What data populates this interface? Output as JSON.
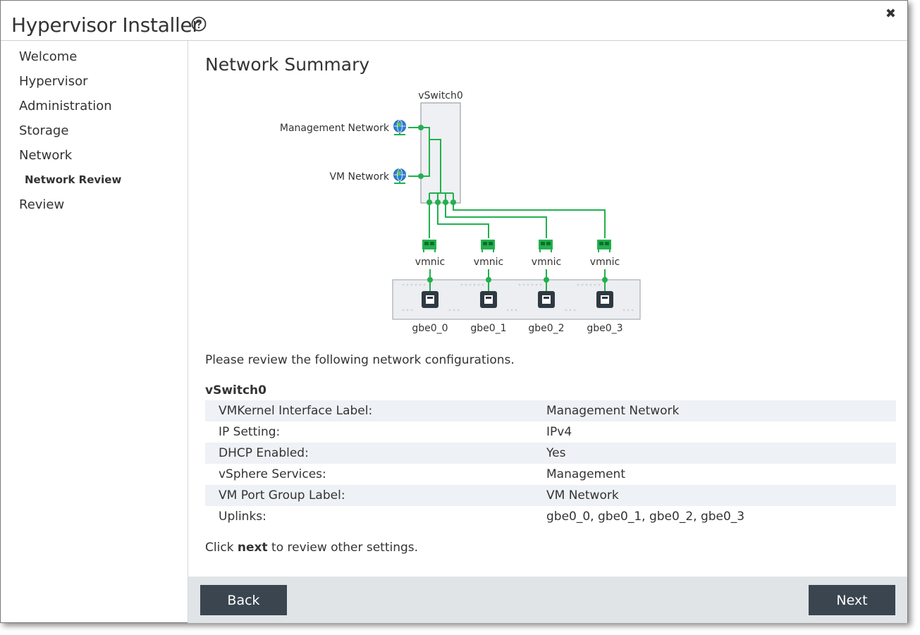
{
  "window": {
    "title": "Hypervisor Installer",
    "help_icon": "question-circle-icon",
    "close_icon": "close-icon"
  },
  "sidebar": {
    "items": [
      {
        "label": "Welcome"
      },
      {
        "label": "Hypervisor"
      },
      {
        "label": "Administration"
      },
      {
        "label": "Storage"
      },
      {
        "label": "Network"
      },
      {
        "label": "Network Review",
        "active": true,
        "sub": true
      },
      {
        "label": "Review"
      }
    ]
  },
  "main": {
    "heading": "Network Summary",
    "diagram": {
      "switch_label": "vSwitch0",
      "port_groups": [
        "Management Network",
        "VM Network"
      ],
      "vmnic_label": "vmnic",
      "ports": [
        "gbe0_0",
        "gbe0_1",
        "gbe0_2",
        "gbe0_3"
      ],
      "link_color": "#22b04e",
      "globe_color": "#2a7fd4"
    },
    "review_text": "Please review the following network configurations.",
    "section_title": "vSwitch0",
    "rows": [
      {
        "key": "VMKernel Interface Label:",
        "value": "Management Network"
      },
      {
        "key": "IP Setting:",
        "value": "IPv4"
      },
      {
        "key": "DHCP Enabled:",
        "value": "Yes"
      },
      {
        "key": "vSphere Services:",
        "value": "Management"
      },
      {
        "key": "VM Port Group Label:",
        "value": "VM Network"
      },
      {
        "key": "Uplinks:",
        "value": "gbe0_0, gbe0_1, gbe0_2, gbe0_3"
      }
    ],
    "footer": {
      "prefix": "Click ",
      "bold": "next",
      "suffix": " to review other settings."
    }
  },
  "buttons": {
    "back": "Back",
    "next": "Next"
  },
  "colors": {
    "button_bg": "#3a4550",
    "footer_bg": "#e1e4e7",
    "row_alt": "#eef1f5"
  }
}
